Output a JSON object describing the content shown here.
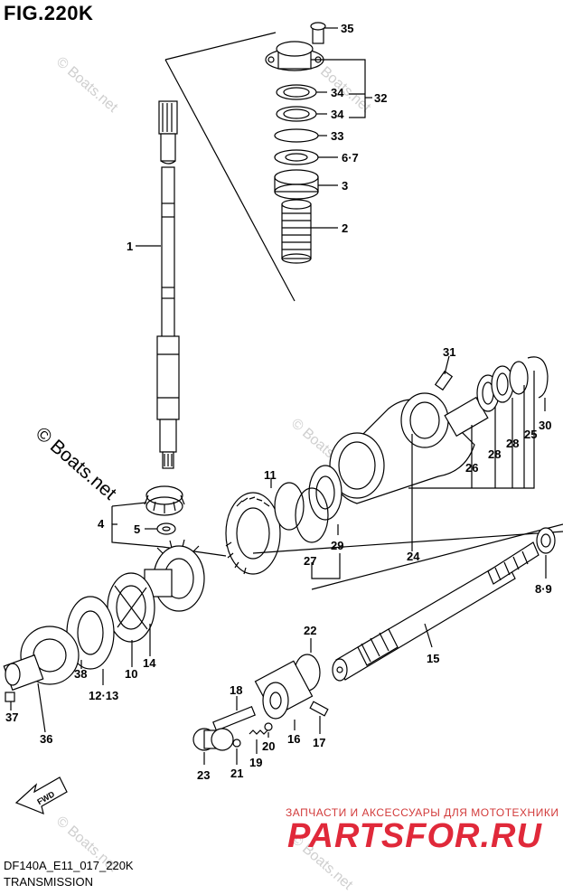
{
  "figure": {
    "title": "FIG.220K",
    "code": "DF140A_E11_017_220K",
    "name": "TRANSMISSION"
  },
  "copyright": "© Boats.net",
  "watermark": "© Boats.net",
  "branding": {
    "ru_text": "ЗАПЧАСТИ И АКСЕССУАРЫ ДЛЯ МОТОТЕХНИКИ",
    "logo": "PARTSFOR.RU",
    "logo_color": "#e0293a"
  },
  "direction_arrow": "FWD",
  "part_labels": [
    "35",
    "34",
    "32",
    "34",
    "33",
    "6·7",
    "3",
    "2",
    "1",
    "31",
    "30",
    "25",
    "28",
    "28",
    "26",
    "11",
    "29",
    "24",
    "27",
    "4",
    "5",
    "8·9",
    "22",
    "15",
    "38",
    "12·13",
    "10",
    "14",
    "37",
    "36",
    "18",
    "20",
    "19",
    "21",
    "16",
    "17",
    "23"
  ]
}
